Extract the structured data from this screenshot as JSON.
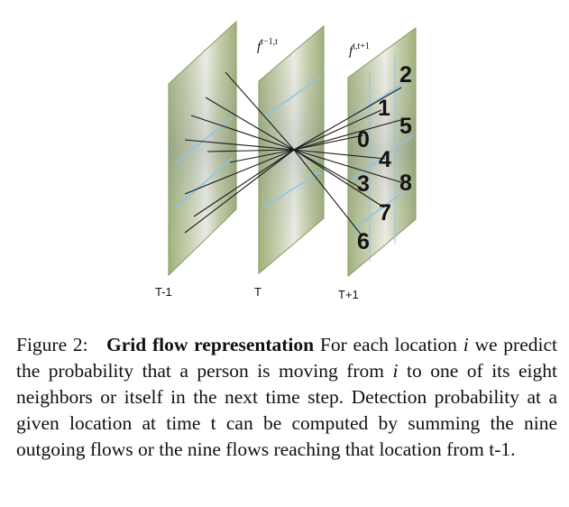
{
  "figure": {
    "frame_labels": [
      "T-1",
      "T",
      "T+1"
    ],
    "flow_label_1": {
      "base": "f",
      "sup": "t−1,t"
    },
    "flow_label_2": {
      "base": "f",
      "sup": "t,t+1"
    },
    "grid_digits": [
      "2",
      "1",
      "5",
      "0",
      "4",
      "3",
      "8",
      "7",
      "6"
    ]
  },
  "caption": {
    "figure_number": "Figure 2:",
    "title": "Grid flow representation",
    "seg1": " For each location ",
    "var_i": "i",
    "seg2": " we predict the probability that a person is moving from ",
    "seg3": " to one of its eight neighbors or itself in the next time step. Detection probability at a given location at time t can be computed by summing the nine outgoing flows or the nine flows reaching that location from t-1."
  },
  "colors": {
    "panel_green": "#a8b97a",
    "panel_light": "#dfe3cf",
    "flow_line": "#1a1a1a",
    "grid_line": "#8fc3e6"
  }
}
